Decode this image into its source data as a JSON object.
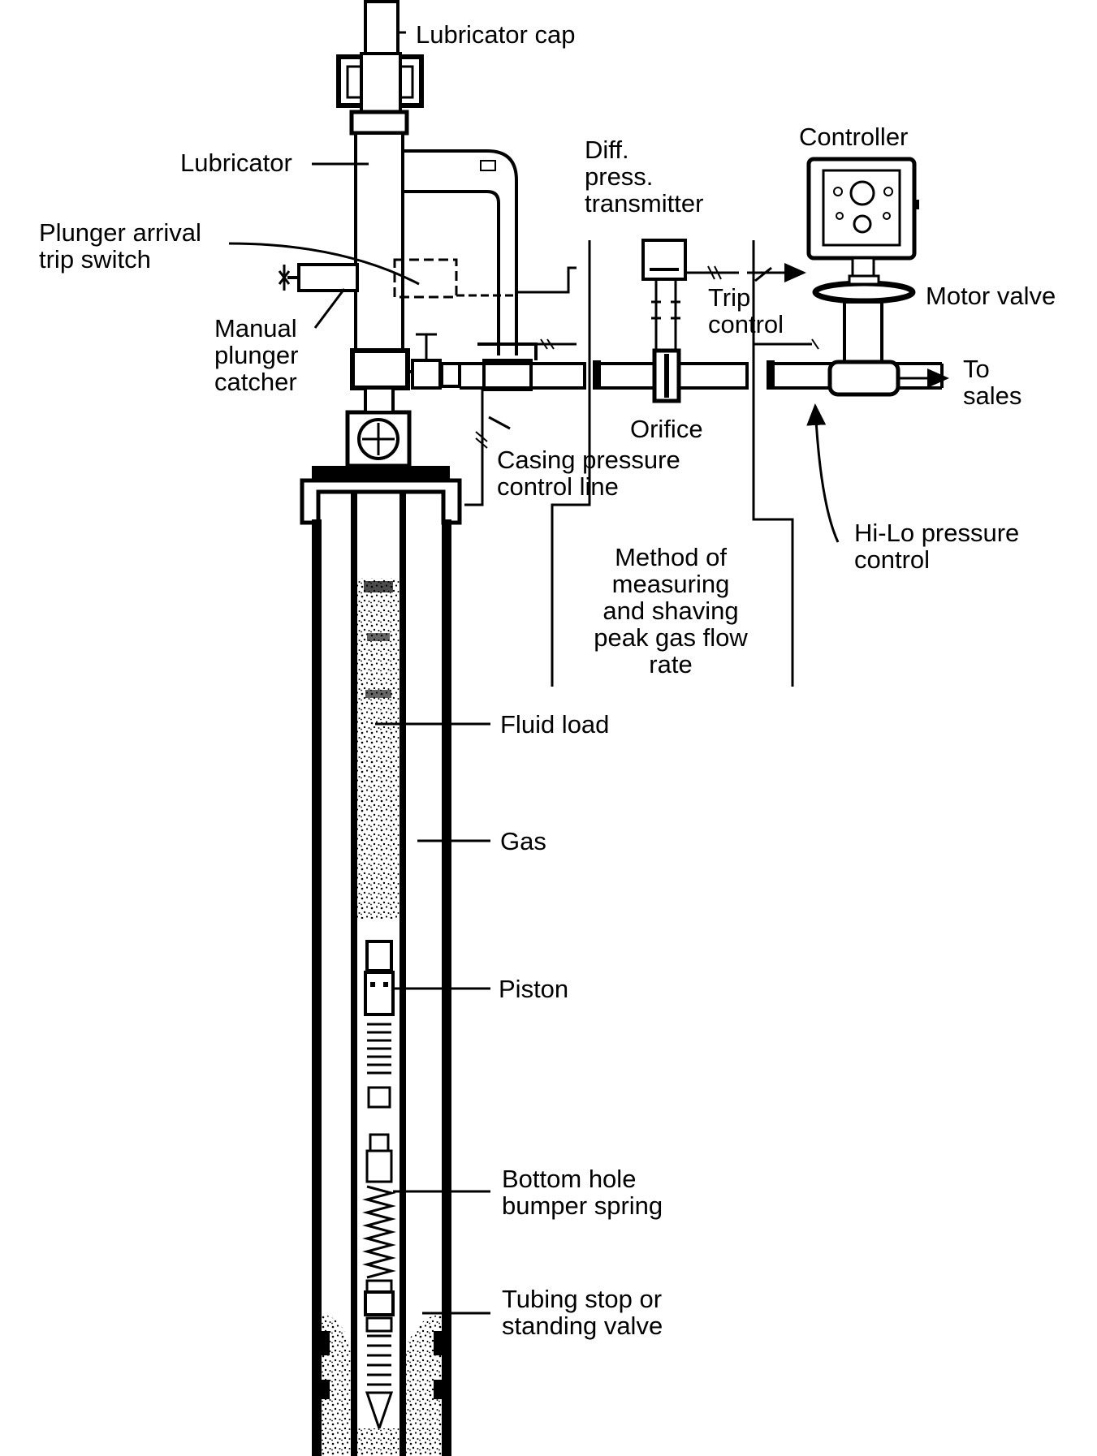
{
  "labels": {
    "lubricator_cap": "Lubricator cap",
    "lubricator": "Lubricator",
    "plunger_arrival_1": "Plunger arrival",
    "plunger_arrival_2": "trip switch",
    "manual_1": "Manual",
    "manual_2": "plunger",
    "manual_3": "catcher",
    "diff_1": "Diff.",
    "diff_2": "press.",
    "diff_3": "transmitter",
    "controller": "Controller",
    "motor_valve": "Motor valve",
    "trip_1": "Trip",
    "trip_2": "control",
    "to_sales_1": "To",
    "to_sales_2": "sales",
    "orifice": "Orifice",
    "casing_1": "Casing pressure",
    "casing_2": "control line",
    "hilo_1": "Hi-Lo pressure",
    "hilo_2": "control",
    "method_1": "Method of",
    "method_2": "measuring",
    "method_3": "and shaving",
    "method_4": "peak gas flow",
    "method_5": "rate",
    "fluid_load": "Fluid load",
    "gas": "Gas",
    "piston": "Piston",
    "bumper_1": "Bottom hole",
    "bumper_2": "bumper spring",
    "tubing_1": "Tubing stop or",
    "tubing_2": "standing valve"
  }
}
